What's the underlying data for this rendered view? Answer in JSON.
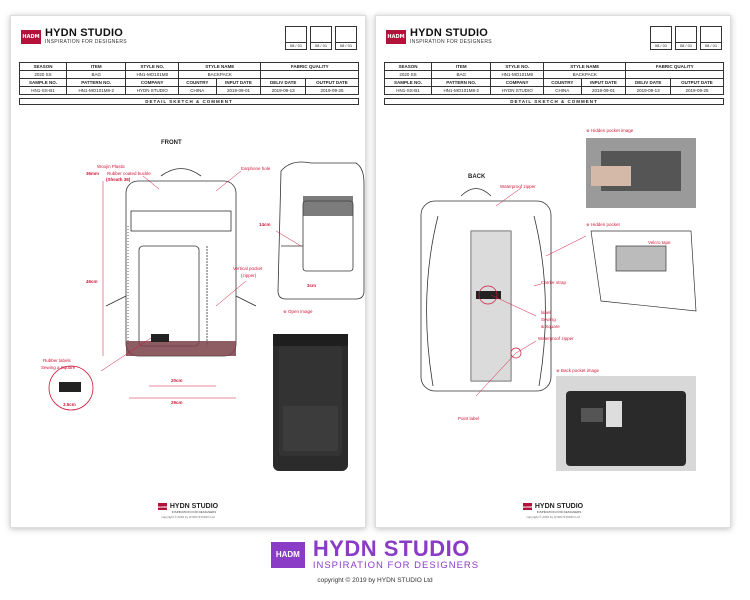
{
  "brand": {
    "name": "HYDN STUDIO",
    "tagline": "INSPIRATION FOR DESIGNERS",
    "logo_text": "HADM",
    "accent_color": "#b3123a",
    "copyright": "copyright © 2019 by HYDN STUDIO Ltd"
  },
  "sheets": [
    {
      "pages": [
        "08 / 01",
        "08 / 01",
        "08 / 01"
      ],
      "table": {
        "headers1": [
          "SEASON",
          "ITEM",
          "STYLE NO.",
          "STYLE NAME",
          "FABRIC QUALITY"
        ],
        "values1": [
          "2020 SS",
          "BAG",
          "HN1-MO101M8",
          "BACKPACK",
          ""
        ],
        "headers2": [
          "SAMPLE NO.",
          "PATTERN NO.",
          "COMPANY",
          "COUNTRY",
          "INPUT DATE",
          "DELIV DATE",
          "OUTPUT DATE"
        ],
        "values2": [
          "HN1-SS-B1",
          "HN1-MO101M8-2",
          "HYDN STUDIO",
          "CHINA",
          "2019-09-01",
          "2019-09-13",
          "2019-09-25"
        ]
      },
      "section_title": "DETAIL SKETCH & COMMENT",
      "labels": {
        "front": "FRONT",
        "woojin": "Woojin Plastic",
        "rubber_coated": "Rubber coated buckle",
        "width_36": "36mm",
        "sheath": "(Sheath 38)",
        "earphone": "Earphone hole",
        "cm14": "14cm",
        "cm3": "3cm",
        "cm46": "46cm",
        "vertical_pocket": "Vertical pocket",
        "zipper": "(zipper)",
        "open_image": "※ Open image",
        "rubber_labels": "Rubber labels",
        "sewing": "Sewing a Square",
        "cm20": "20cm",
        "cm29": "29cm",
        "cm35": "3.5cm"
      },
      "footer_copy": "copyright © 2019 by HYDN STUDIO Ltd"
    },
    {
      "pages": [
        "08 / 01",
        "08 / 01",
        "08 / 01"
      ],
      "table": {
        "headers1": [
          "SEASON",
          "ITEM",
          "STYLE NO.",
          "STYLE NAME",
          "FABRIC QUALITY"
        ],
        "values1": [
          "2020 SS",
          "BAG",
          "HN1-MO101M8",
          "BACKPACK",
          ""
        ],
        "headers2": [
          "SAMPLE NO.",
          "PATTERN NO.",
          "COMPANY",
          "COUNTRY",
          "INPUT DATE",
          "DELIV DATE",
          "OUTPUT DATE"
        ],
        "values2": [
          "HN1-SS-B1",
          "HN1-MO101M8-2",
          "HYDN STUDIO",
          "CHINA",
          "2019-09-01",
          "2019-09-13",
          "2019-09-25"
        ]
      },
      "section_title": "DETAIL SKETCH & COMMENT",
      "labels": {
        "back": "BACK",
        "hidden_pocket_image": "※ Hidden pocket image",
        "waterproof_zipper": "Waterproof zipper",
        "hidden_pocket": "※ Hidden pocket",
        "velcro": "Velcro tape",
        "carrier_strap": "Carrier strap",
        "label": "label",
        "sewing": "Sewing",
        "square": "& Square",
        "waterproof_zipper2": "Waterproof zipper",
        "back_pocket_image": "※ Back pocket image",
        "point_label": "Point label"
      },
      "footer_copy": "copyright © 2019 by HYDN STUDIO Ltd"
    }
  ]
}
